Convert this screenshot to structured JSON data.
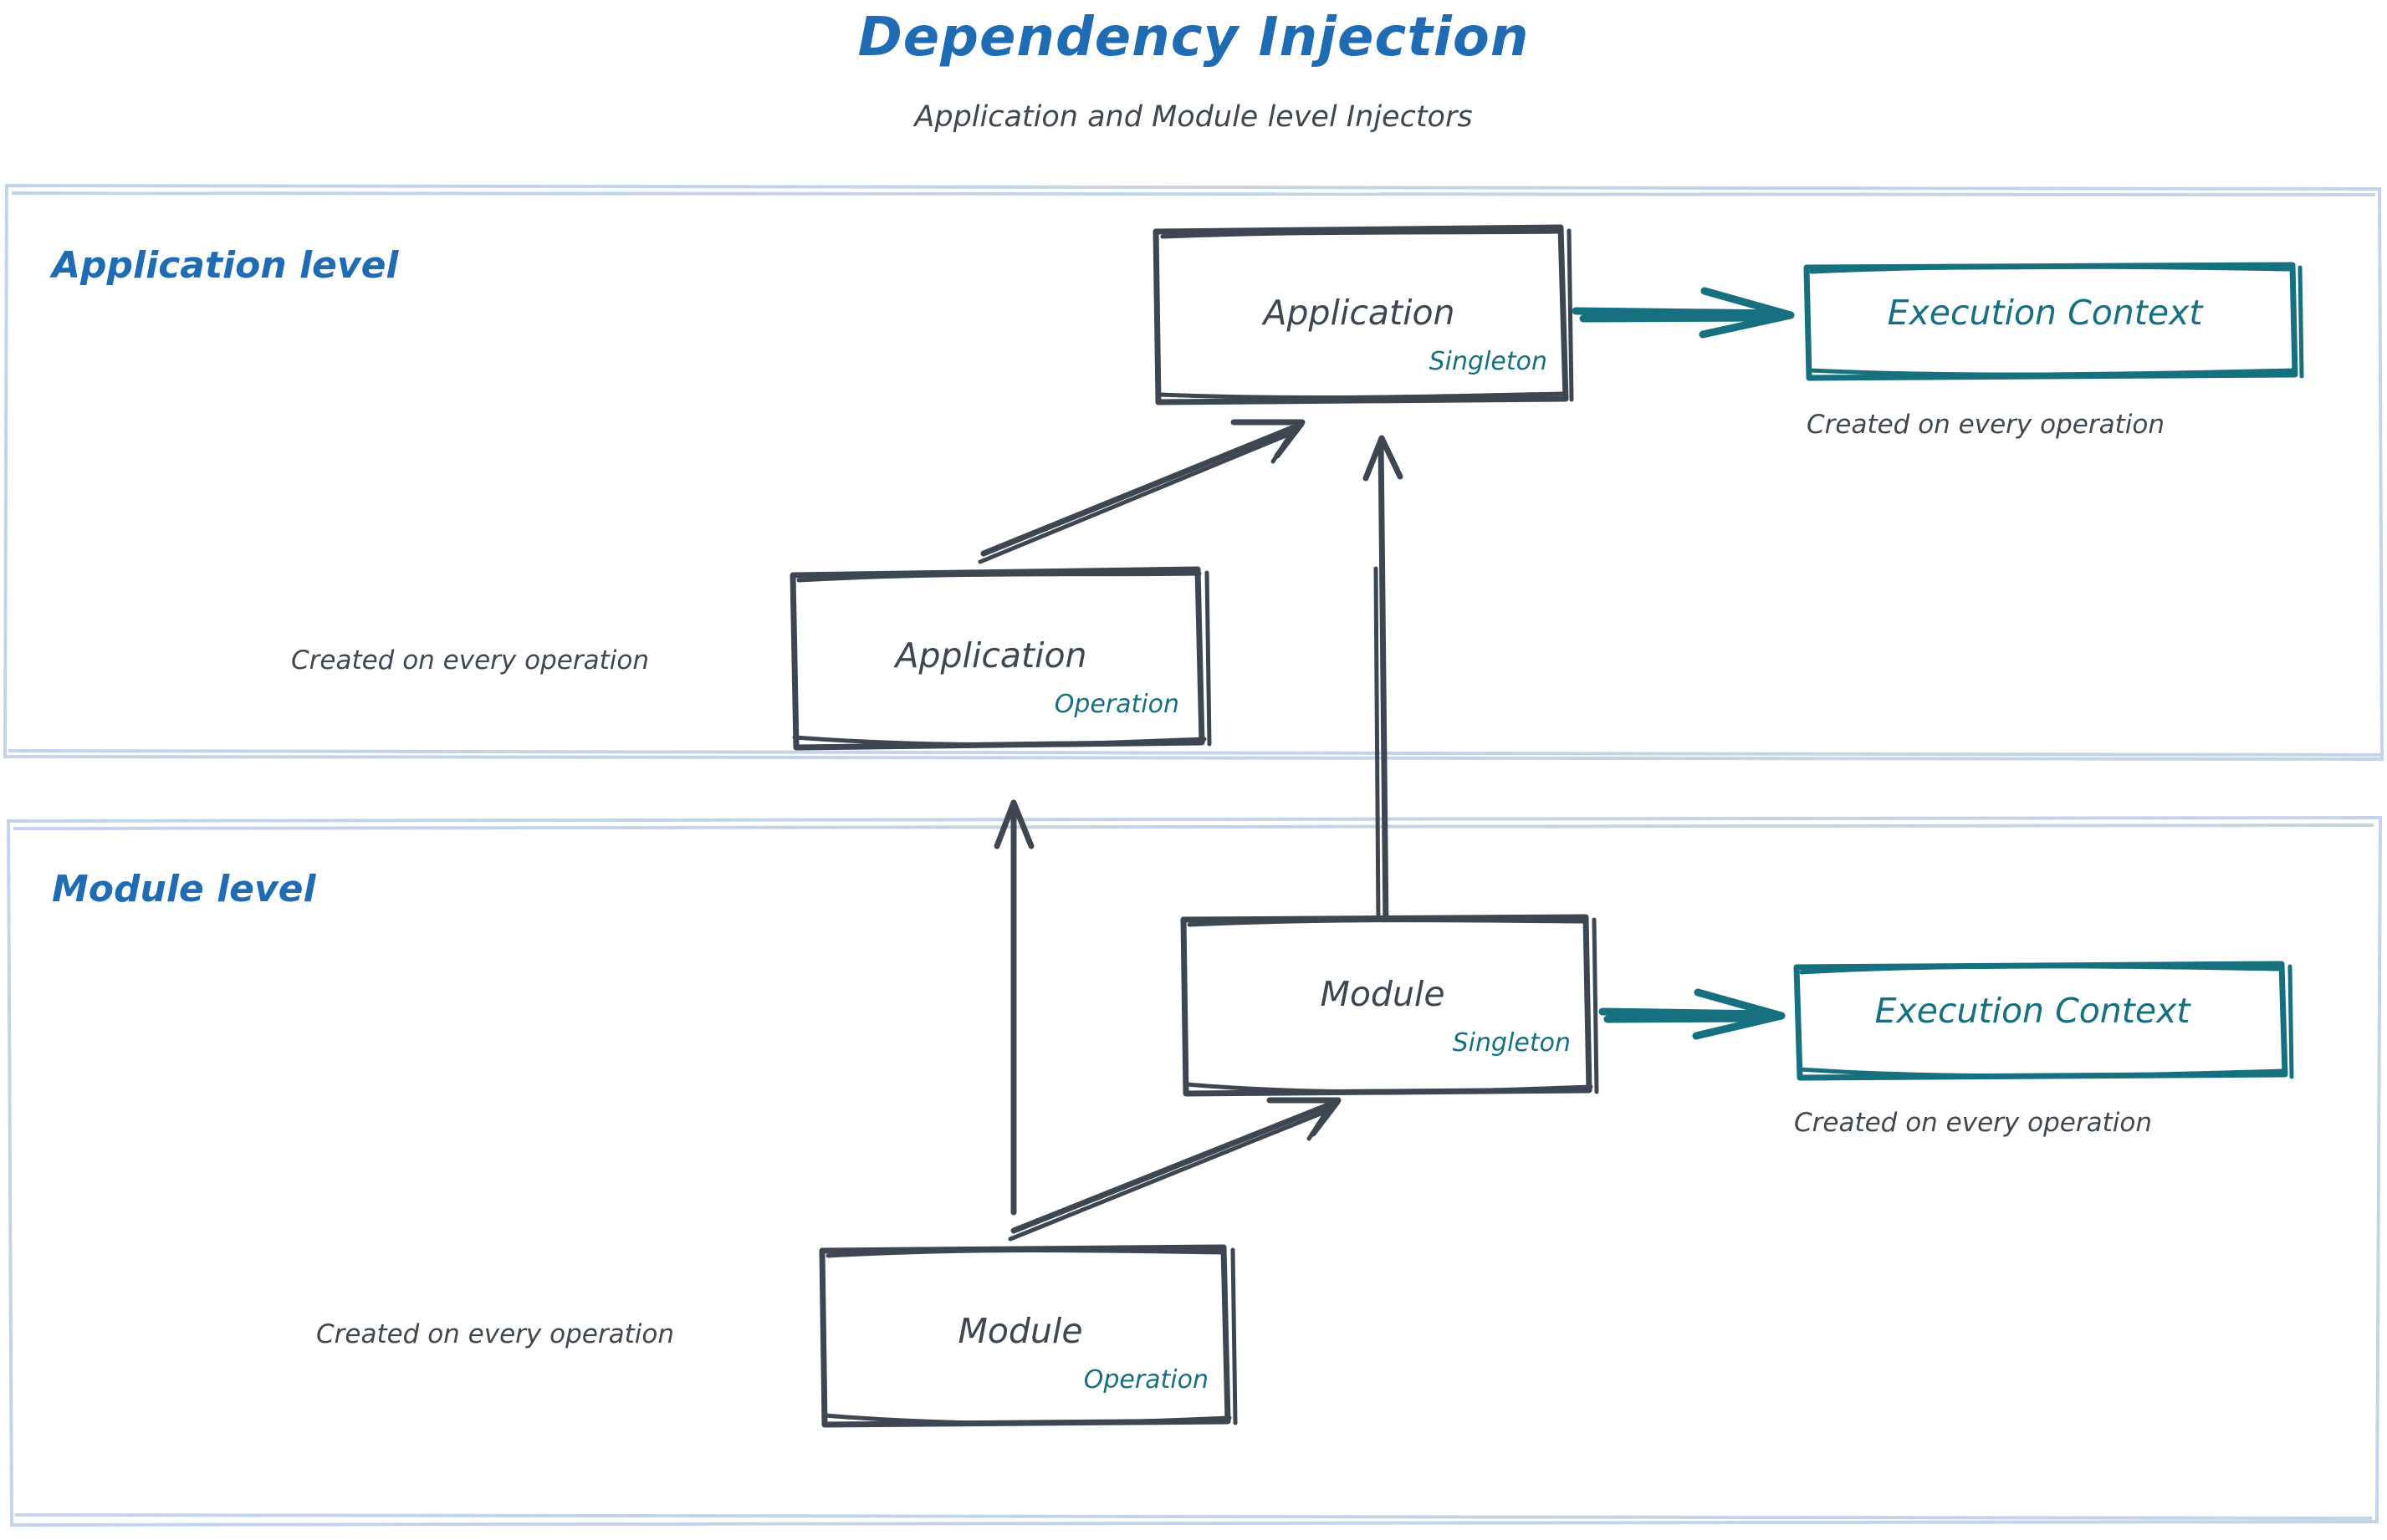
{
  "header": {
    "title": "Dependency Injection",
    "subtitle": "Application and Module level Injectors"
  },
  "colors": {
    "title_blue": "#1f6cb4",
    "level_label_blue": "#1f6cb4",
    "container_border": "#c3d4e8",
    "node_stroke": "#3d4651",
    "node_text": "#3d4651",
    "accent_teal": "#16707f",
    "caption_text": "#3f4750",
    "background": "#ffffff"
  },
  "containers": [
    {
      "id": "application-level",
      "label": "Application level"
    },
    {
      "id": "module-level",
      "label": "Module level"
    }
  ],
  "nodes": [
    {
      "id": "application-singleton",
      "title": "Application",
      "scope": "Singleton",
      "level": "Application level",
      "style": "sketch-box"
    },
    {
      "id": "execution-context-application",
      "title": "Execution Context",
      "scope": "",
      "level": "Application level",
      "style": "teal-box",
      "caption": "Created on every operation"
    },
    {
      "id": "application-operation",
      "title": "Application",
      "scope": "Operation",
      "level": "Application level",
      "style": "sketch-box",
      "caption": "Created on every operation"
    },
    {
      "id": "module-singleton",
      "title": "Module",
      "scope": "Singleton",
      "level": "Module level",
      "style": "sketch-box"
    },
    {
      "id": "execution-context-module",
      "title": "Execution Context",
      "scope": "",
      "level": "Module level",
      "style": "teal-box",
      "caption": "Created on every operation"
    },
    {
      "id": "module-operation",
      "title": "Module",
      "scope": "Operation",
      "level": "Module level",
      "style": "sketch-box",
      "caption": "Created on every operation"
    }
  ],
  "edges": [
    {
      "from": "application-singleton",
      "to": "execution-context-application",
      "color": "#16707f",
      "direction": "right"
    },
    {
      "from": "application-operation",
      "to": "application-singleton",
      "color": "#3d4651",
      "direction": "up-right"
    },
    {
      "from": "module-singleton",
      "to": "application-singleton",
      "color": "#3d4651",
      "direction": "up"
    },
    {
      "from": "module-operation",
      "to": "application-level",
      "color": "#3d4651",
      "direction": "up"
    },
    {
      "from": "module-singleton",
      "to": "execution-context-module",
      "color": "#16707f",
      "direction": "right"
    },
    {
      "from": "module-operation",
      "to": "module-singleton",
      "color": "#3d4651",
      "direction": "up-right"
    }
  ]
}
